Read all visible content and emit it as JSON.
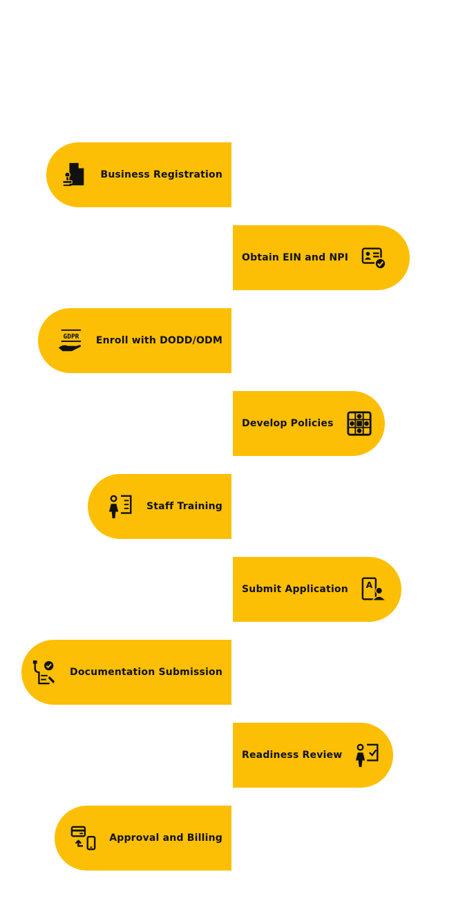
{
  "steps": [
    {
      "label": "Business Registration",
      "icon": "document-stamp-icon",
      "side": "left"
    },
    {
      "label": "Obtain EIN and NPI",
      "icon": "id-card-check-icon",
      "side": "right"
    },
    {
      "label": "Enroll with DODD/ODM",
      "icon": "gdpr-hand-icon",
      "side": "left"
    },
    {
      "label": "Develop Policies",
      "icon": "policy-grid-icon",
      "side": "right"
    },
    {
      "label": "Staff Training",
      "icon": "presenter-board-icon",
      "side": "left"
    },
    {
      "label": "Submit Application",
      "icon": "application-user-icon",
      "side": "right"
    },
    {
      "label": "Documentation Submission",
      "icon": "clipboard-check-icon",
      "side": "left"
    },
    {
      "label": "Readiness Review",
      "icon": "reviewer-check-icon",
      "side": "right"
    },
    {
      "label": "Approval and Billing",
      "icon": "card-phone-payment-icon",
      "side": "left"
    }
  ],
  "colors": {
    "pill": "#fcbf06",
    "text": "#111111",
    "background": "#ffffff"
  },
  "text_glyphs": {
    "gdpr": "GDPR",
    "application_letter": "A"
  }
}
